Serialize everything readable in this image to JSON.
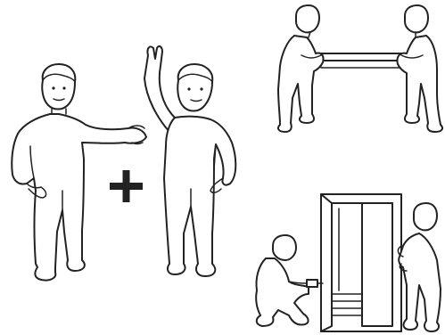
{
  "colors": {
    "line": "#222222",
    "background": "#ffffff"
  },
  "panels": [
    {
      "name": "two-people-required",
      "symbol": "plus-icon"
    },
    {
      "name": "two-people-carrying-panel"
    },
    {
      "name": "two-people-assembling-wardrobe"
    }
  ]
}
